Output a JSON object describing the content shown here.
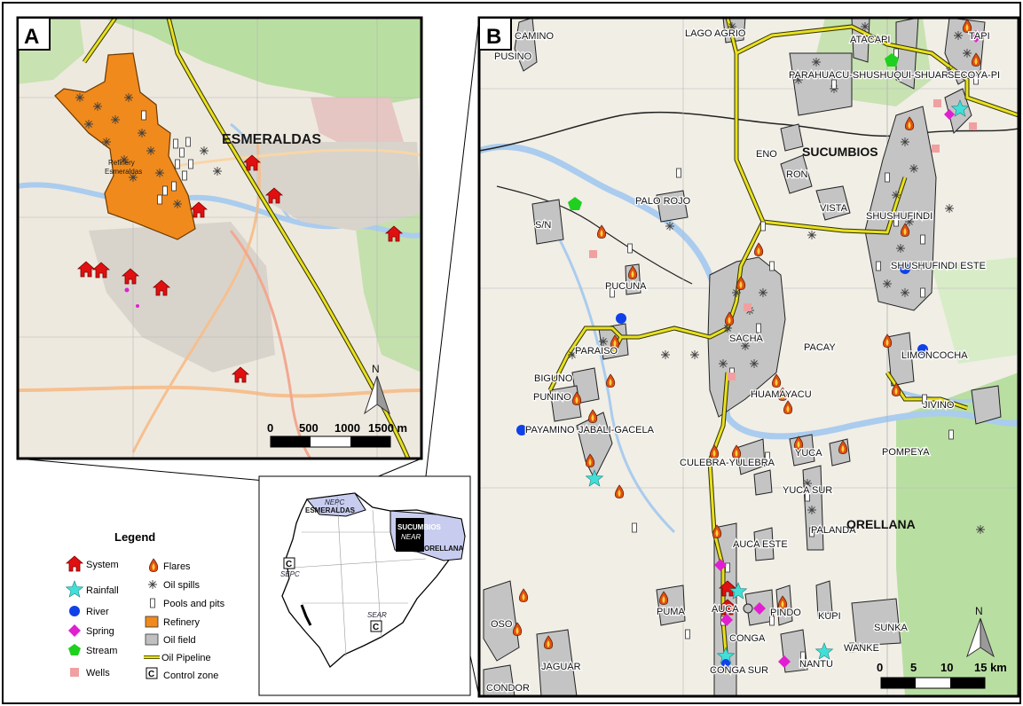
{
  "panel_a": {
    "letter": "A",
    "city_label": "ESMERALDAS",
    "refinery_label_line1": "Refinery",
    "refinery_label_line2": "Esmeraldas",
    "north": "N",
    "scale_ticks": [
      "0",
      "500",
      "1000",
      "1500 m"
    ]
  },
  "panel_b": {
    "letter": "B",
    "north": "N",
    "scale_ticks": [
      "0",
      "5",
      "10",
      "15 km"
    ],
    "province_labels": [
      "SUCUMBIOS",
      "ORELLANA"
    ],
    "field_labels": [
      "CAMINO",
      "PUSINO",
      "LAGO AGRIO",
      "ATACAPI",
      "PARAHUACU-SHUSHUQUI-SHUARA",
      "SECOYA-PI",
      "TAPI",
      "ENO",
      "RON",
      "VISTA",
      "S/N",
      "PALO ROJO",
      "SHUSHUFINDI",
      "SHUSHUFINDI ESTE",
      "PUCUNA",
      "SACHA",
      "PARAISO",
      "BIGUNO",
      "PUNINO",
      "PACAY",
      "LIMONCOCHA",
      "HUAMAYACU",
      "JIVINO",
      "PAYAMINO",
      "JABALI-GACELA",
      "CULEBRA-YULEBRA",
      "YUCA",
      "POMPEYA",
      "YUCA SUR",
      "PALANDA",
      "AUCA ESTE",
      "AUCA",
      "PINDO",
      "KUPI",
      "PUMA",
      "OSO",
      "CONGA",
      "SUNKA",
      "WANKE",
      "NANTU",
      "CONGA SUR",
      "JAGUAR",
      "CONDOR"
    ]
  },
  "inset": {
    "labels": [
      "NEPC",
      "ESMERALDAS",
      "SUCUMBIOS",
      "NEAR",
      "ORELLANA",
      "SEPC",
      "SEAR"
    ],
    "control_marker": "C"
  },
  "legend": {
    "title": "Legend",
    "items": [
      {
        "label": "System",
        "icon": "house-icon",
        "color": "#e01010"
      },
      {
        "label": "Rainfall",
        "icon": "star-icon",
        "color": "#40e0d8"
      },
      {
        "label": "River",
        "icon": "circle-icon",
        "color": "#1040e8"
      },
      {
        "label": "Spring",
        "icon": "diamond-icon",
        "color": "#e020d0"
      },
      {
        "label": "Stream",
        "icon": "pentagon-icon",
        "color": "#20d020"
      },
      {
        "label": "Wells",
        "icon": "square-icon",
        "color": "#f0a0a0"
      },
      {
        "label": "Flares",
        "icon": "flare-icon",
        "color": "#e05010"
      },
      {
        "label": "Oil spills",
        "icon": "asterisk-icon",
        "color": "#404040"
      },
      {
        "label": "Pools and pits",
        "icon": "rectangle-icon",
        "color": "#ffffff"
      },
      {
        "label": "Refinery",
        "icon": "refinery-icon",
        "color": "#f08a1c"
      },
      {
        "label": "Oil field",
        "icon": "oilfield-icon",
        "color": "#c0c0c0"
      },
      {
        "label": "Oil Pipeline",
        "icon": "pipeline-icon",
        "color": "#e8e020"
      },
      {
        "label": "Control zone",
        "icon": "control-zone-icon",
        "color": "#ffffff"
      }
    ]
  }
}
